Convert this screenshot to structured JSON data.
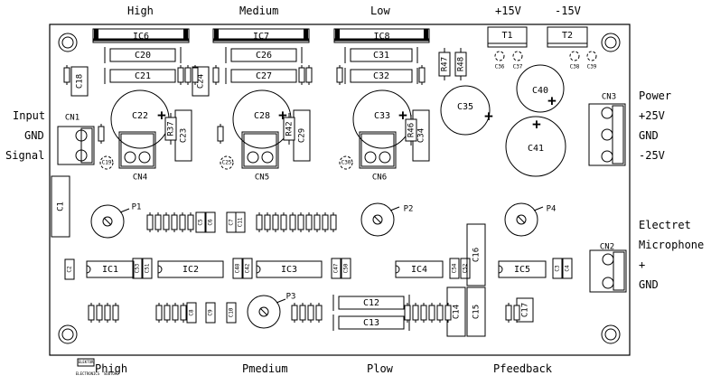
{
  "top_labels": {
    "high": "High",
    "medium": "Medium",
    "low": "Low",
    "p15": "+15V",
    "m15": "-15V"
  },
  "left_labels": {
    "input": "Input",
    "gnd": "GND",
    "signal": "Signal"
  },
  "right_labels": {
    "power": "Power",
    "p25": "+25V",
    "gnd": "GND",
    "m25": "-25V",
    "electret": "Electret",
    "microphone": "Microphone",
    "plus": "+",
    "gnd2": "GND"
  },
  "bottom_labels": {
    "phigh": "Phigh",
    "pmedium": "Pmedium",
    "plow": "Plow",
    "pfeedback": "Pfeedback"
  },
  "small_logo": {
    "line1": "ELEKTOR",
    "line2": "ELECTRONICS",
    "line3": "SUBTOP"
  },
  "ic_headers": [
    {
      "label": "IC6"
    },
    {
      "label": "IC7"
    },
    {
      "label": "IC8"
    }
  ],
  "transformers": [
    {
      "label": "T1"
    },
    {
      "label": "T2"
    }
  ],
  "ics": [
    {
      "label": "IC1"
    },
    {
      "label": "IC2"
    },
    {
      "label": "IC3"
    },
    {
      "label": "IC4"
    },
    {
      "label": "IC5"
    }
  ],
  "connectors": [
    {
      "label": "CN1"
    },
    {
      "label": "CN2"
    },
    {
      "label": "CN3"
    },
    {
      "label": "CN4"
    },
    {
      "label": "CN5"
    },
    {
      "label": "CN6"
    }
  ],
  "pots": [
    {
      "label": "P1"
    },
    {
      "label": "P2"
    },
    {
      "label": "P3"
    },
    {
      "label": "P4"
    }
  ],
  "caps_h": [
    {
      "label": "C20"
    },
    {
      "label": "C21"
    },
    {
      "label": "C26"
    },
    {
      "label": "C27"
    },
    {
      "label": "C31"
    },
    {
      "label": "C32"
    },
    {
      "label": "C12"
    },
    {
      "label": "C13"
    }
  ],
  "caps_v": [
    {
      "label": "C18"
    },
    {
      "label": "C24"
    },
    {
      "label": "C23"
    },
    {
      "label": "C29"
    },
    {
      "label": "C34"
    },
    {
      "label": "C1"
    },
    {
      "label": "C16"
    },
    {
      "label": "C14"
    },
    {
      "label": "C15"
    },
    {
      "label": "C17"
    }
  ],
  "elcaps": [
    {
      "label": "C22"
    },
    {
      "label": "C28"
    },
    {
      "label": "C33"
    },
    {
      "label": "C35"
    },
    {
      "label": "C40"
    },
    {
      "label": "C41"
    }
  ],
  "small_caps": [
    {
      "label": "C19"
    },
    {
      "label": "C25"
    },
    {
      "label": "C30"
    },
    {
      "label": "C36"
    },
    {
      "label": "C37"
    },
    {
      "label": "C38"
    },
    {
      "label": "C39"
    }
  ],
  "resistors_named": [
    {
      "label": "R37"
    },
    {
      "label": "R42"
    },
    {
      "label": "R46"
    },
    {
      "label": "R47"
    },
    {
      "label": "R48"
    }
  ],
  "small_parts": [
    {
      "label": "C2"
    },
    {
      "label": "C53"
    },
    {
      "label": "C51"
    },
    {
      "label": "C48"
    },
    {
      "label": "C42"
    },
    {
      "label": "C47"
    },
    {
      "label": "C50"
    },
    {
      "label": "C54"
    },
    {
      "label": "C52"
    },
    {
      "label": "C3"
    },
    {
      "label": "C4"
    },
    {
      "label": "C5"
    },
    {
      "label": "C6"
    },
    {
      "label": "C7"
    },
    {
      "label": "C8"
    },
    {
      "label": "C9"
    },
    {
      "label": "C10"
    },
    {
      "label": "C11"
    }
  ]
}
